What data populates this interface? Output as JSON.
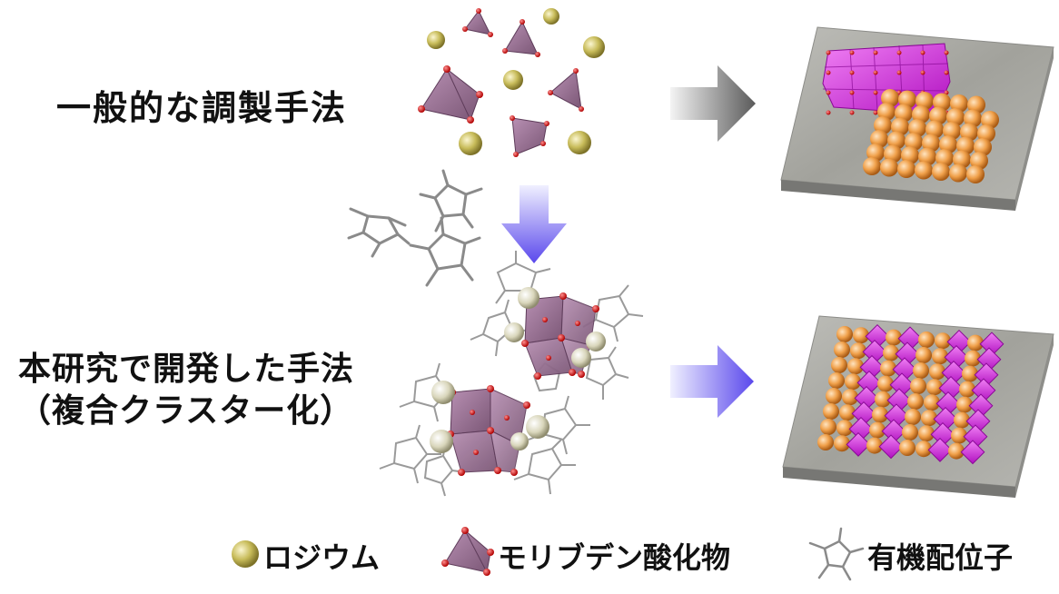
{
  "labels": {
    "conventional": "一般的な調製手法",
    "new_line1": "本研究で開発した手法",
    "new_line2": "（複合クラスター化）"
  },
  "legend": {
    "rhodium": "ロジウム",
    "mo_oxide": "モリブデン酸化物",
    "ligand": "有機配位子"
  },
  "colors": {
    "rhodium_sphere": "#c8bc5a",
    "mo_polyhedron": "#9a6f95",
    "mo_polyhedron_bright": "#e040e8",
    "oxygen": "#d01818",
    "ligand": "#8a8a8a",
    "orange_atom": "#f0a04a",
    "arrow_gray": "#7a7a7a",
    "arrow_blue": "#6b5cf0",
    "substrate": "#a8a8a4"
  }
}
